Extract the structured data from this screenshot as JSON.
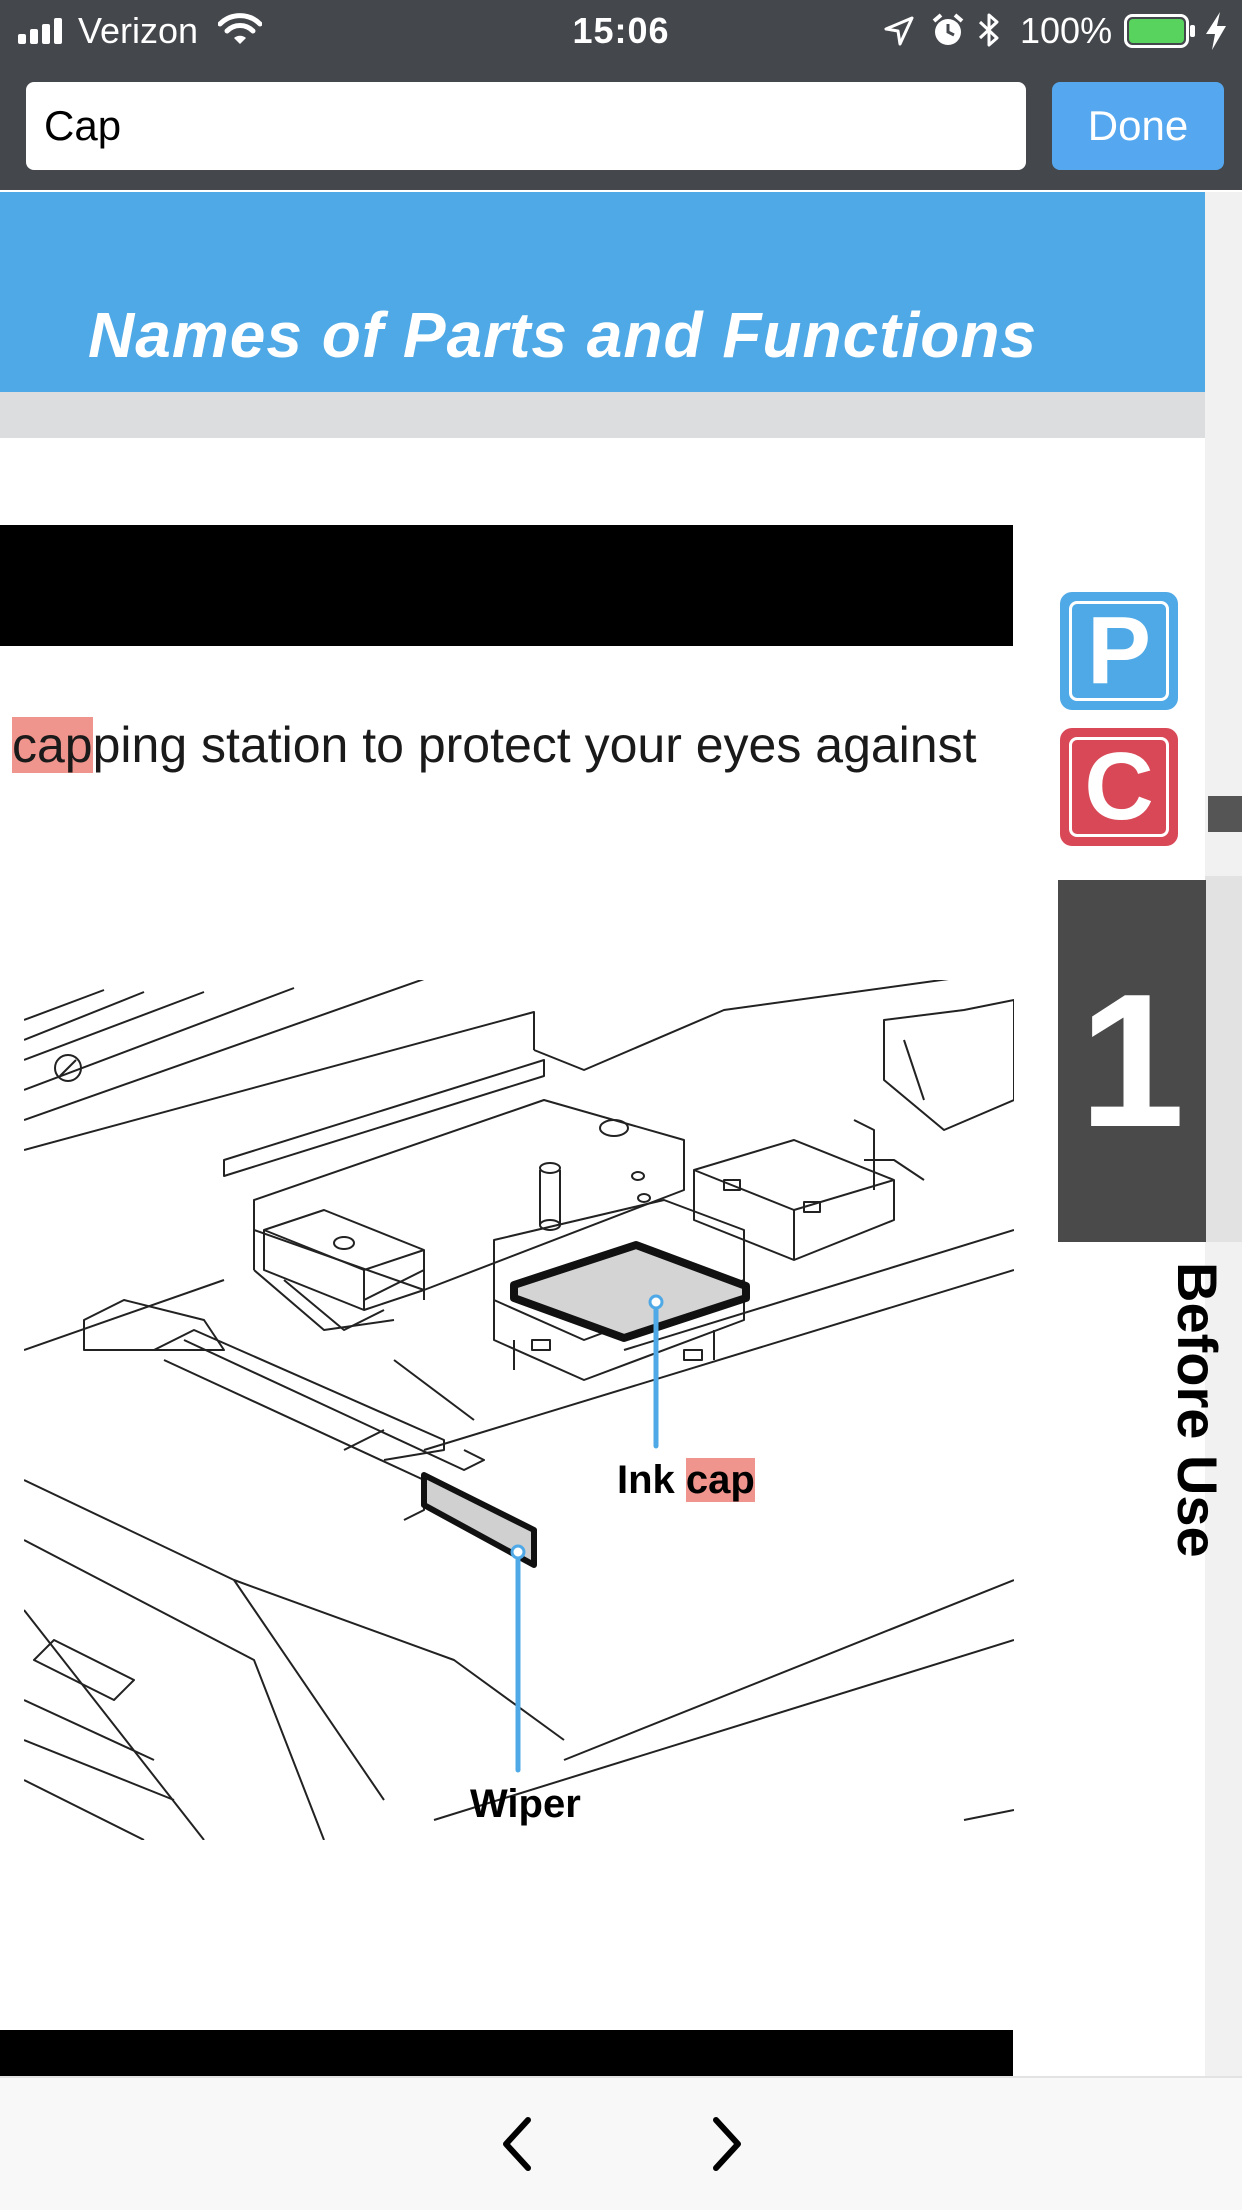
{
  "status_bar": {
    "carrier": "Verizon",
    "time": "15:06",
    "battery": "100%"
  },
  "search": {
    "value": "Cap",
    "done_label": "Done"
  },
  "document": {
    "title": "Names of Parts and Functions",
    "line": {
      "match": "cap",
      "rest": "ping station to protect your eyes against"
    },
    "diagram": {
      "label_ink": "Ink ",
      "label_ink_match": "cap",
      "label_wiper": "Wiper"
    },
    "side_tabs": {
      "p": "P",
      "c": "C"
    },
    "chapter": {
      "number": "1",
      "title": "Before Use"
    }
  },
  "colors": {
    "accent_blue": "#4fa9e6",
    "tab_red": "#d94857",
    "highlight": "#f0958e"
  }
}
